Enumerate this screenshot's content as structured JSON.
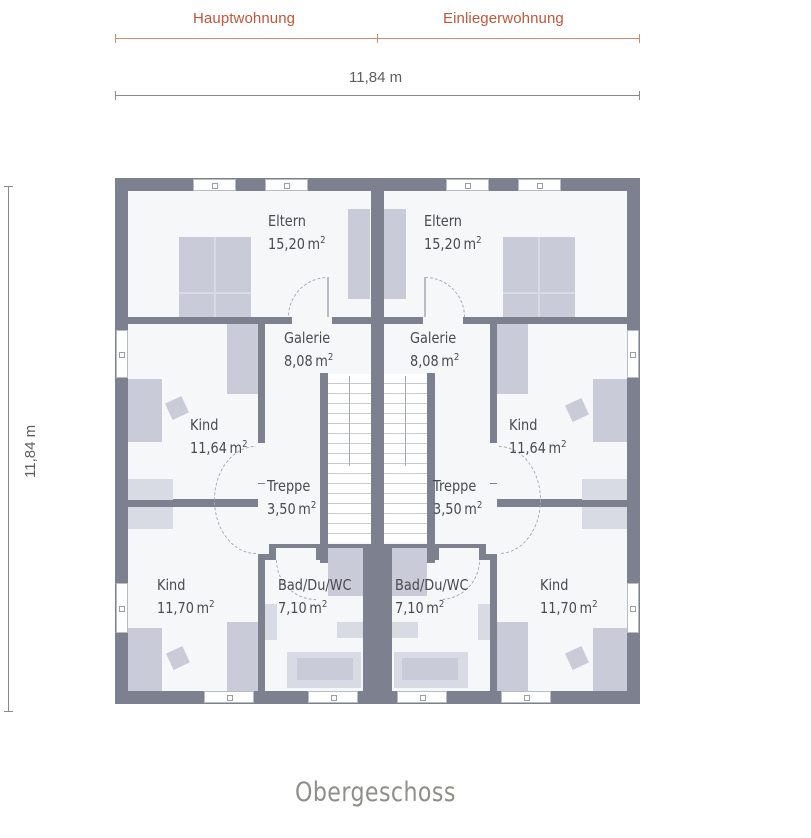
{
  "dimensions": {
    "section_left_label": "Hauptwohnung",
    "section_right_label": "Einliegerwohnung",
    "width_label": "11,84 m",
    "height_label": "11,84 m",
    "section_line_color": "#c0563a",
    "dimension_line_color": "#6e6e6e"
  },
  "floor_plan": {
    "title": "Obergeschoss",
    "wall_color": "#7d808e",
    "floor_color": "#f6f7f9",
    "furniture_color": "#c9cbd8",
    "units": [
      {
        "name": "Hauptwohnung",
        "rooms": [
          {
            "name": "Eltern",
            "area": "15,20",
            "unit": "m",
            "sup": "2"
          },
          {
            "name": "Galerie",
            "area": "8,08",
            "unit": "m",
            "sup": "2"
          },
          {
            "name": "Kind",
            "area": "11,64",
            "unit": "m",
            "sup": "2"
          },
          {
            "name": "Treppe",
            "area": "3,50",
            "unit": "m",
            "sup": "2"
          },
          {
            "name": "Kind",
            "area": "11,70",
            "unit": "m",
            "sup": "2"
          },
          {
            "name": "Bad/Du/WC",
            "area": "7,10",
            "unit": "m",
            "sup": "2"
          }
        ]
      },
      {
        "name": "Einliegerwohnung",
        "rooms": [
          {
            "name": "Eltern",
            "area": "15,20",
            "unit": "m",
            "sup": "2"
          },
          {
            "name": "Galerie",
            "area": "8,08",
            "unit": "m",
            "sup": "2"
          },
          {
            "name": "Kind",
            "area": "11,64",
            "unit": "m",
            "sup": "2"
          },
          {
            "name": "Treppe",
            "area": "3,50",
            "unit": "m",
            "sup": "2"
          },
          {
            "name": "Kind",
            "area": "11,70",
            "unit": "m",
            "sup": "2"
          },
          {
            "name": "Bad/Du/WC",
            "area": "7,10",
            "unit": "m",
            "sup": "2"
          }
        ]
      }
    ]
  }
}
